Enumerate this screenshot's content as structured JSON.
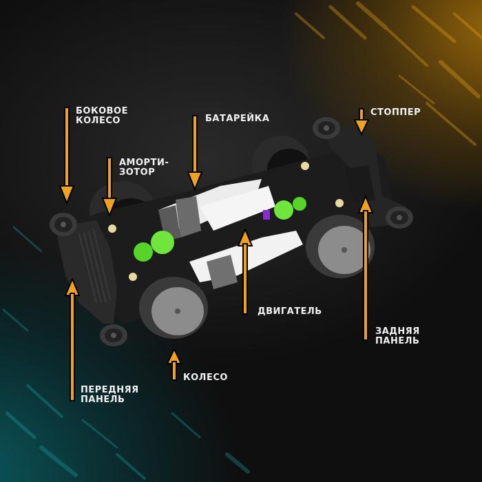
{
  "labels": {
    "side_wheel": "БОКОВОЕ\nКОЛЕСО",
    "shock_absorber": "АМОРТИ-\nЗОТОР",
    "battery": "БАТАРЕЙКА",
    "stopper": "СТОППЕР",
    "motor": "ДВИГАТЕЛЬ",
    "rear_panel": "ЗАДНЯЯ\nПАНЕЛЬ",
    "wheel": "КОЛЕСО",
    "front_panel": "ПЕРЕДНЯЯ\nПАНЕЛЬ"
  },
  "colors": {
    "arrow": "#f0a21e",
    "arrow_outline": "#000000",
    "text": "#f2f2f2",
    "accent_gold": "#a8730c",
    "accent_teal": "#0a5f64",
    "gear_green": "#6ee63c",
    "motor_purple": "#8a2bd0"
  }
}
